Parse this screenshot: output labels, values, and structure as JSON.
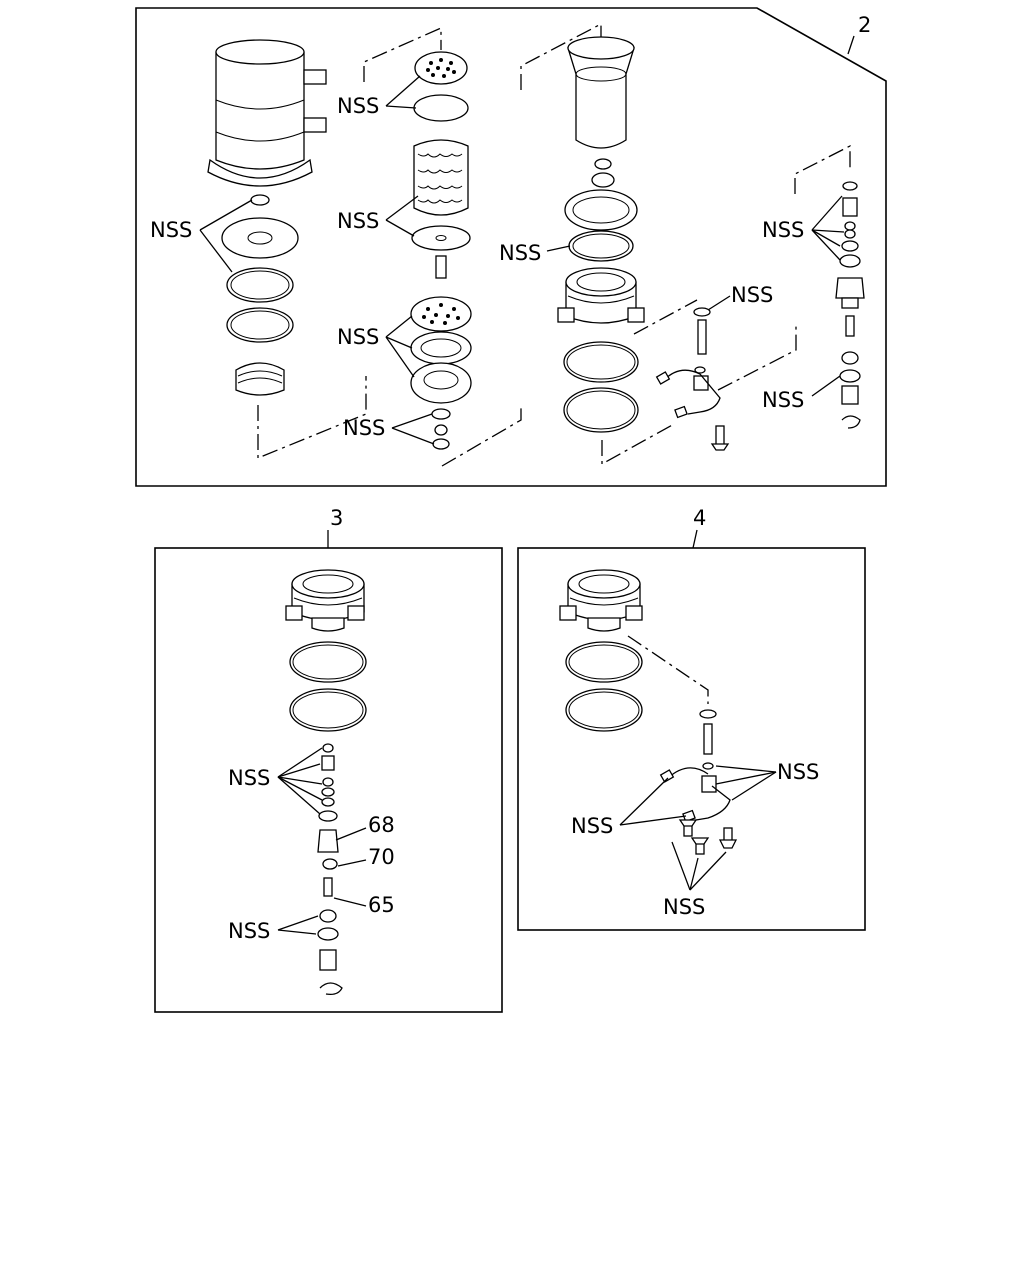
{
  "panels": {
    "p2": {
      "number": "2"
    },
    "p3": {
      "number": "3"
    },
    "p4": {
      "number": "4"
    }
  },
  "callouts": {
    "nss": "NSS",
    "p68": "68",
    "p70": "70",
    "p65": "65"
  }
}
